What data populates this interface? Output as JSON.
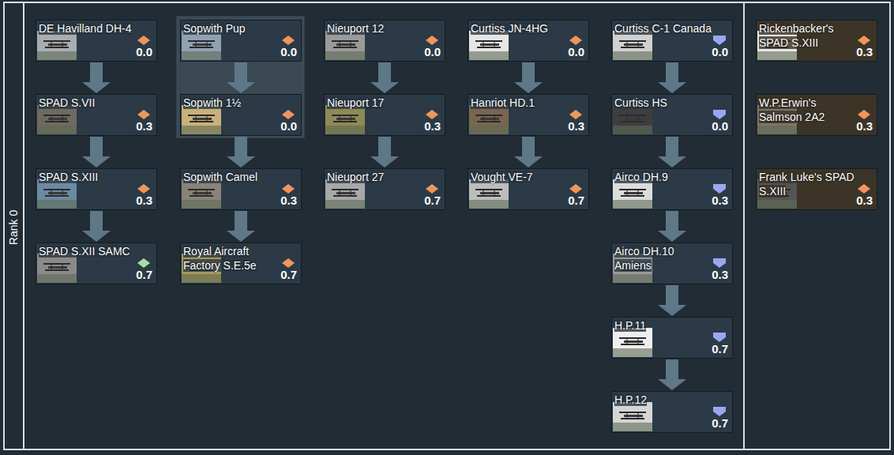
{
  "diagram": {
    "nodes": [
      {
        "text": [
          "DE Havilland DH-4",
          "0.0"
        ]
      },
      {
        "text": [
          "Sopwith Pup",
          "0.0"
        ]
      },
      {
        "text": [
          "Nieuport 12",
          "0.0"
        ]
      },
      {
        "text": [
          "Curtiss JN-4HG",
          "0.0"
        ]
      },
      {
        "text": [
          "Curtiss C-1 Canada",
          "0.0"
        ]
      },
      {
        "text": [
          "Rickenbacker's SPAD S.XIII",
          "0.3"
        ]
      },
      {
        "text": [
          "SPAD S.VII",
          "0.3"
        ]
      },
      {
        "text": [
          "Sopwith 1½",
          "0.0"
        ]
      },
      {
        "text": [
          "Nieuport 17",
          "0.3"
        ]
      },
      {
        "text": [
          "Hanriot HD.1",
          "0.3"
        ]
      },
      {
        "text": [
          "Curtiss HS",
          "0.0"
        ]
      },
      {
        "text": [
          "W.P.Erwin's Salmson 2A2",
          "0.3"
        ]
      },
      {
        "text": [
          "SPAD S.XIII",
          "0.3"
        ]
      },
      {
        "text": [
          "Sopwith Camel",
          "0.3"
        ]
      },
      {
        "text": [
          "Nieuport 27",
          "0.7"
        ]
      },
      {
        "text": [
          "Vought VE-7",
          "0.7"
        ]
      },
      {
        "text": [
          "Airco DH.9",
          "0.3"
        ]
      },
      {
        "text": [
          "Frank Luke's SPAD S.XIII",
          "0.3"
        ]
      },
      {
        "text": [
          "SPAD S.XII SAMC",
          "0.7"
        ]
      },
      {
        "text": [
          "Royal Aircraft Factory S.E.5e",
          "0.7"
        ]
      },
      {
        "text": [
          "Airco DH.10 Amiens",
          "0.3"
        ]
      },
      {
        "text": [
          "H.P.11",
          "0.7"
        ]
      },
      {
        "text": [
          "H.P.12",
          "0.7"
        ]
      }
    ],
    "edges": [
      {
        "from": 0,
        "to": 6,
        "arrow": "to"
      },
      {
        "from": 6,
        "to": 12,
        "arrow": "to"
      },
      {
        "from": 12,
        "to": 18,
        "arrow": "to"
      },
      {
        "from": 1,
        "to": 7,
        "arrow": "to"
      },
      {
        "from": 7,
        "to": 13,
        "arrow": "to"
      },
      {
        "from": 13,
        "to": 19,
        "arrow": "to"
      },
      {
        "from": 2,
        "to": 8,
        "arrow": "to"
      },
      {
        "from": 8,
        "to": 14,
        "arrow": "to"
      },
      {
        "from": 3,
        "to": 9,
        "arrow": "to"
      },
      {
        "from": 9,
        "to": 15,
        "arrow": "to"
      },
      {
        "from": 4,
        "to": 10,
        "arrow": "to"
      },
      {
        "from": 10,
        "to": 16,
        "arrow": "to"
      },
      {
        "from": 16,
        "to": 20,
        "arrow": "to"
      },
      {
        "from": 20,
        "to": 21,
        "arrow": "to"
      },
      {
        "from": 21,
        "to": 22,
        "arrow": "to"
      }
    ],
    "labels": [
      "Rank 0"
    ]
  }
}
